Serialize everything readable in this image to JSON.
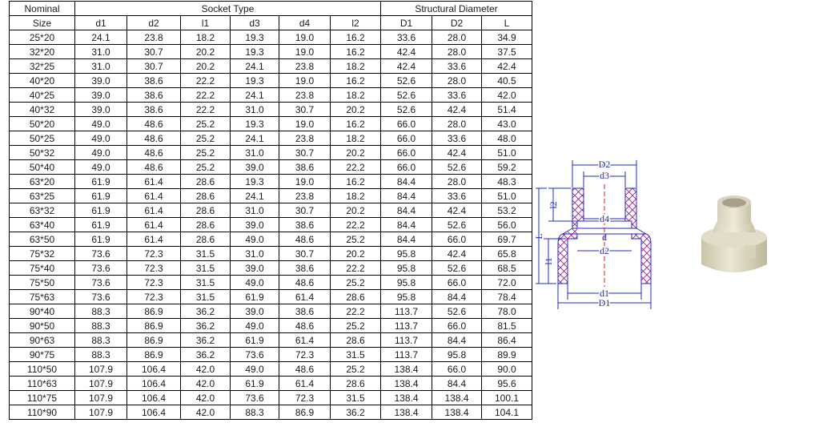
{
  "table": {
    "headers": {
      "nominal": "Nominal",
      "socket_type": "Socket Type",
      "structural_diameter": "Structural Diameter",
      "size": "Size",
      "columns": [
        "d1",
        "d2",
        "l1",
        "d3",
        "d4",
        "l2",
        "D1",
        "D2",
        "L"
      ]
    },
    "rows": [
      [
        "25*20",
        "24.1",
        "23.8",
        "18.2",
        "19.3",
        "19.0",
        "16.2",
        "33.6",
        "28.0",
        "34.9"
      ],
      [
        "32*20",
        "31.0",
        "30.7",
        "20.2",
        "19.3",
        "19.0",
        "16.2",
        "42.4",
        "28.0",
        "37.5"
      ],
      [
        "32*25",
        "31.0",
        "30.7",
        "20.2",
        "24.1",
        "23.8",
        "18.2",
        "42.4",
        "33.6",
        "42.4"
      ],
      [
        "40*20",
        "39.0",
        "38.6",
        "22.2",
        "19.3",
        "19.0",
        "16.2",
        "52.6",
        "28.0",
        "40.5"
      ],
      [
        "40*25",
        "39.0",
        "38.6",
        "22.2",
        "24.1",
        "23.8",
        "18.2",
        "52.6",
        "33.6",
        "42.0"
      ],
      [
        "40*32",
        "39.0",
        "38.6",
        "22.2",
        "31.0",
        "30.7",
        "20.2",
        "52.6",
        "42.4",
        "51.4"
      ],
      [
        "50*20",
        "49.0",
        "48.6",
        "25.2",
        "19.3",
        "19.0",
        "16.2",
        "66.0",
        "28.0",
        "43.0"
      ],
      [
        "50*25",
        "49.0",
        "48.6",
        "25.2",
        "24.1",
        "23.8",
        "18.2",
        "66.0",
        "33.6",
        "48.0"
      ],
      [
        "50*32",
        "49.0",
        "48.6",
        "25.2",
        "31.0",
        "30.7",
        "20.2",
        "66.0",
        "42.4",
        "51.0"
      ],
      [
        "50*40",
        "49.0",
        "48.6",
        "25.2",
        "39.0",
        "38.6",
        "22.2",
        "66.0",
        "52.6",
        "59.2"
      ],
      [
        "63*20",
        "61.9",
        "61.4",
        "28.6",
        "19.3",
        "19.0",
        "16.2",
        "84.4",
        "28.0",
        "48.3"
      ],
      [
        "63*25",
        "61.9",
        "61.4",
        "28.6",
        "24.1",
        "23.8",
        "18.2",
        "84.4",
        "33.6",
        "51.0"
      ],
      [
        "63*32",
        "61.9",
        "61.4",
        "28.6",
        "31.0",
        "30.7",
        "20.2",
        "84.4",
        "42.4",
        "53.2"
      ],
      [
        "63*40",
        "61.9",
        "61.4",
        "28.6",
        "39.0",
        "38.6",
        "22.2",
        "84.4",
        "52.6",
        "56.0"
      ],
      [
        "63*50",
        "61.9",
        "61.4",
        "28.6",
        "49.0",
        "48.6",
        "25.2",
        "84.4",
        "66.0",
        "69.7"
      ],
      [
        "75*32",
        "73.6",
        "72.3",
        "31.5",
        "31.0",
        "30.7",
        "20.2",
        "95.8",
        "42.4",
        "65.8"
      ],
      [
        "75*40",
        "73.6",
        "72.3",
        "31.5",
        "39.0",
        "38.6",
        "22.2",
        "95.8",
        "52.6",
        "68.5"
      ],
      [
        "75*50",
        "73.6",
        "72.3",
        "31.5",
        "49.0",
        "48.6",
        "25.2",
        "95.8",
        "66.0",
        "72.0"
      ],
      [
        "75*63",
        "73.6",
        "72.3",
        "31.5",
        "61.9",
        "61.4",
        "28.6",
        "95.8",
        "84.4",
        "78.4"
      ],
      [
        "90*40",
        "88.3",
        "86.9",
        "36.2",
        "39.0",
        "38.6",
        "22.2",
        "113.7",
        "52.6",
        "78.0"
      ],
      [
        "90*50",
        "88.3",
        "86.9",
        "36.2",
        "49.0",
        "48.6",
        "25.2",
        "113.7",
        "66.0",
        "81.5"
      ],
      [
        "90*63",
        "88.3",
        "86.9",
        "36.2",
        "61.9",
        "61.4",
        "28.6",
        "113.7",
        "84.4",
        "86.4"
      ],
      [
        "90*75",
        "88.3",
        "86.9",
        "36.2",
        "73.6",
        "72.3",
        "31.5",
        "113.7",
        "95.8",
        "89.9"
      ],
      [
        "110*50",
        "107.9",
        "106.4",
        "42.0",
        "49.0",
        "48.6",
        "25.2",
        "138.4",
        "66.0",
        "90.0"
      ],
      [
        "110*63",
        "107.9",
        "106.4",
        "42.0",
        "61.9",
        "61.4",
        "28.6",
        "138.4",
        "84.4",
        "95.6"
      ],
      [
        "110*75",
        "107.9",
        "106.4",
        "42.0",
        "73.6",
        "72.3",
        "31.5",
        "138.4",
        "138.4",
        "100.1"
      ],
      [
        "110*90",
        "107.9",
        "106.4",
        "42.0",
        "88.3",
        "86.9",
        "36.2",
        "138.4",
        "138.4",
        "104.1"
      ]
    ]
  },
  "drawing": {
    "labels": {
      "D2": "D2",
      "d3": "d3",
      "d4": "d4",
      "d": "d",
      "d2": "d2",
      "d1": "d1",
      "D1": "D1",
      "l2": "l2",
      "l1": "l1",
      "L": "L"
    },
    "colors": {
      "dimension": "#1f2bc0",
      "section": "#9b1d8e",
      "centerline": "#e31b1b"
    }
  }
}
